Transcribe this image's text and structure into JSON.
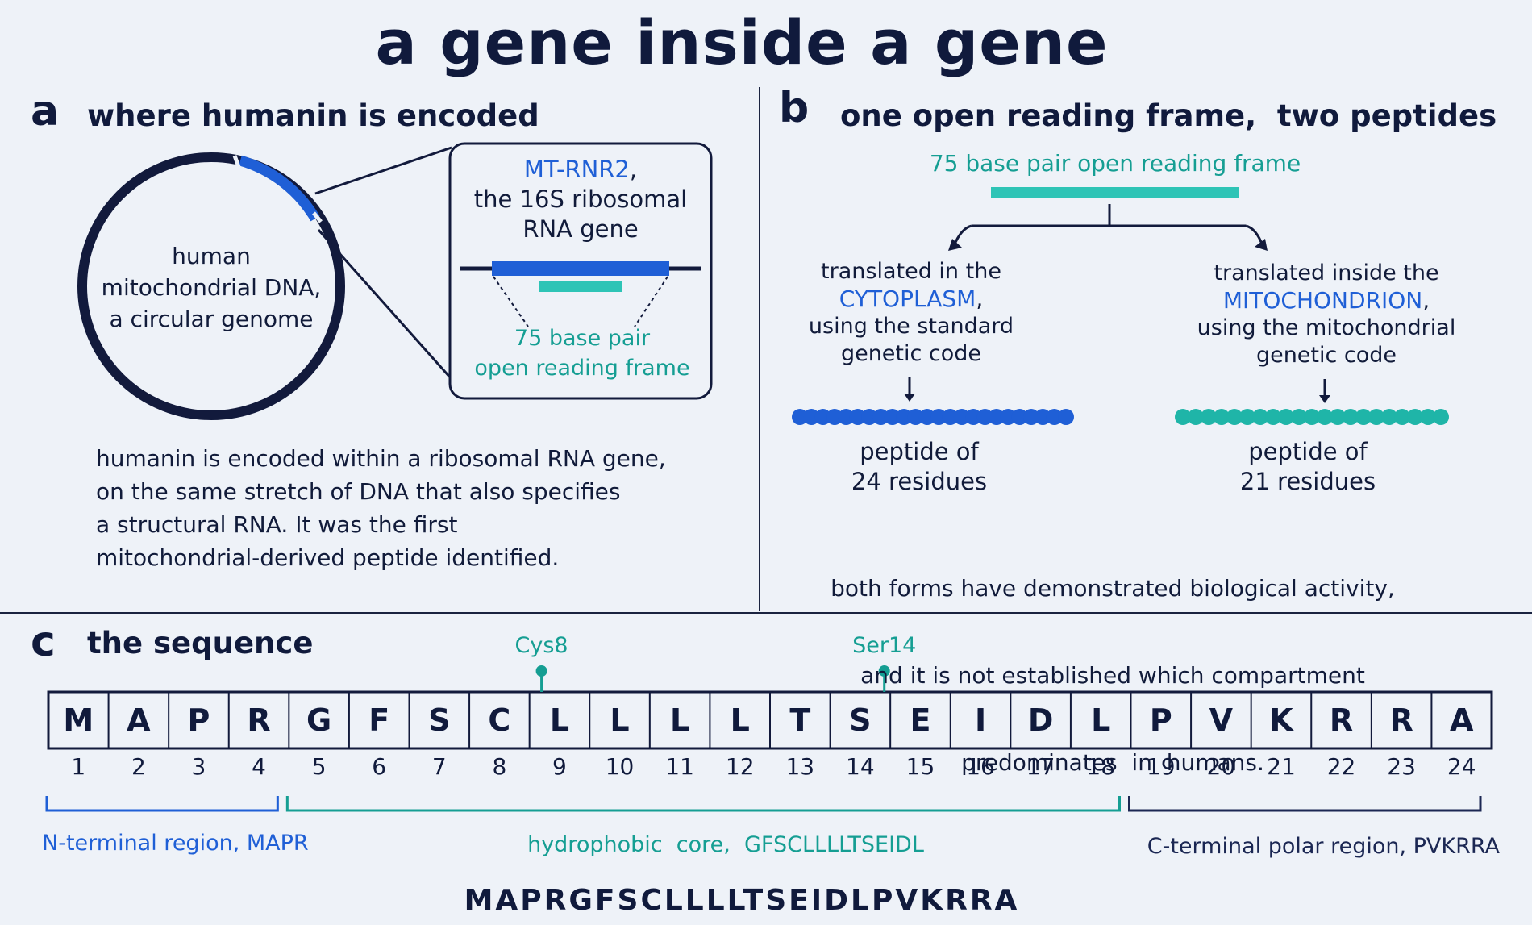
{
  "title": "a gene inside a gene",
  "panel_a": {
    "letter": "a",
    "title": "where humanin is encoded",
    "circle_label": [
      "human",
      "mitochondrial DNA,",
      "a circular genome"
    ],
    "inset_gene_name": "MT-RNR2",
    "inset_gene_suffix": ",",
    "inset_gene_desc": [
      "the 16S ribosomal",
      "RNA gene"
    ],
    "inset_orf": [
      "75 base pair",
      "open reading frame"
    ],
    "caption": [
      "humanin is encoded within a ribosomal RNA gene,",
      "on the same stretch of DNA that also specifies",
      "a structural RNA. It was the first",
      "mitochondrial-derived peptide identified."
    ]
  },
  "panel_b": {
    "letter": "b",
    "title": "one open reading frame,  two peptides",
    "orf_label": "75 base pair open reading frame",
    "left": {
      "line1": "translated in the",
      "compartment": "CYTOPLASM",
      "comma": ",",
      "line3": "using the standard",
      "line4": "genetic code",
      "result": [
        "peptide of",
        "24 residues"
      ],
      "residue_count": 24
    },
    "right": {
      "line1": "translated inside the",
      "compartment": "MITOCHONDRION",
      "comma": ",",
      "line3": "using the mitochondrial",
      "line4": "genetic code",
      "result": [
        "peptide of",
        "21 residues"
      ],
      "residue_count": 21
    },
    "footer": [
      "both forms have demonstrated biological activity,",
      "and it is not established which compartment",
      "predominates  in  humans."
    ]
  },
  "panel_c": {
    "letter": "c",
    "title": "the sequence",
    "residues": [
      "M",
      "A",
      "P",
      "R",
      "G",
      "F",
      "S",
      "C",
      "L",
      "L",
      "L",
      "L",
      "T",
      "S",
      "E",
      "I",
      "D",
      "L",
      "P",
      "V",
      "K",
      "R",
      "R",
      "A"
    ],
    "numbers": [
      "1",
      "2",
      "3",
      "4",
      "5",
      "6",
      "7",
      "8",
      "9",
      "10",
      "11",
      "12",
      "13",
      "14",
      "15",
      "16",
      "17",
      "18",
      "19",
      "20",
      "21",
      "22",
      "23",
      "24"
    ],
    "markers": [
      {
        "label": "Cys8",
        "position": 8.7
      },
      {
        "label": "Ser14",
        "position": 14.4
      }
    ],
    "regions": [
      {
        "label": "N-terminal region, MAPR",
        "start": 1,
        "end": 4,
        "color": "#1f5fd6"
      },
      {
        "label": "hydrophobic  core,  GFSCLLLLTSEIDL",
        "start": 5,
        "end": 18,
        "color": "#159e93"
      },
      {
        "label": "C-terminal polar region, PVKRRA",
        "start": 19,
        "end": 24,
        "color": "#1b2753"
      }
    ],
    "full_sequence": "MAPRGFSCLLLLTSEIDLPVKRRA"
  },
  "colors": {
    "navy": "#101a3c",
    "blue": "#1f5fd6",
    "teal": "#1fb5a8",
    "teal_text": "#159e93",
    "background": "#eef2f8"
  }
}
